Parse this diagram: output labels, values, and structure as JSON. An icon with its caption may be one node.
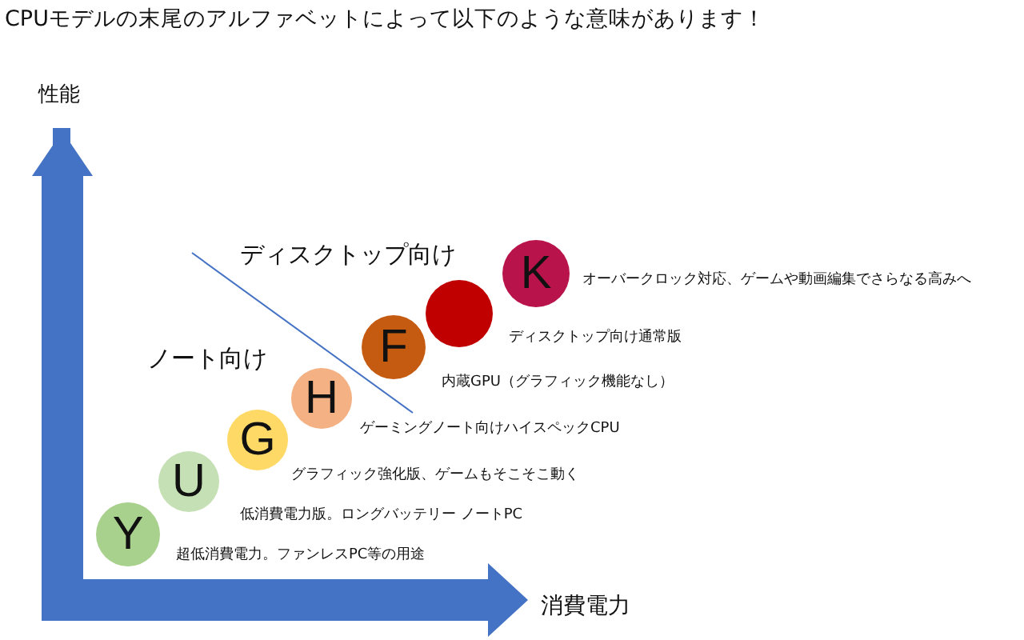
{
  "diagram": {
    "title": "CPUモデルの末尾のアルファベットによって以下のような意味があります！",
    "nodes": [
      {
        "text": [
          "Y"
        ],
        "beside": [
          "超低消費電力。ファンレスPC等の用途"
        ]
      },
      {
        "text": [
          "U"
        ],
        "beside": [
          "低消費電力版。ロングバッテリー ノートPC"
        ]
      },
      {
        "text": [
          "G"
        ],
        "beside": [
          "グラフィック強化版、ゲームもそこそこ動く"
        ]
      },
      {
        "text": [
          "H"
        ],
        "beside": [
          "ゲーミングノート向けハイスペックCPU"
        ]
      },
      {
        "text": [
          "F"
        ],
        "beside": [
          "内蔵GPU（グラフィック機能なし）"
        ]
      },
      {
        "text": [],
        "shape": "circle",
        "beside": [
          "ディスクトップ向け通常版"
        ]
      },
      {
        "text": [
          "K"
        ],
        "beside": [
          "オーバークロック対応、ゲームや動画編集でさらなる高みへ"
        ]
      }
    ],
    "labels": [
      "性能",
      "ディスクトップ向け",
      "ノート向け",
      "消費電力"
    ]
  }
}
